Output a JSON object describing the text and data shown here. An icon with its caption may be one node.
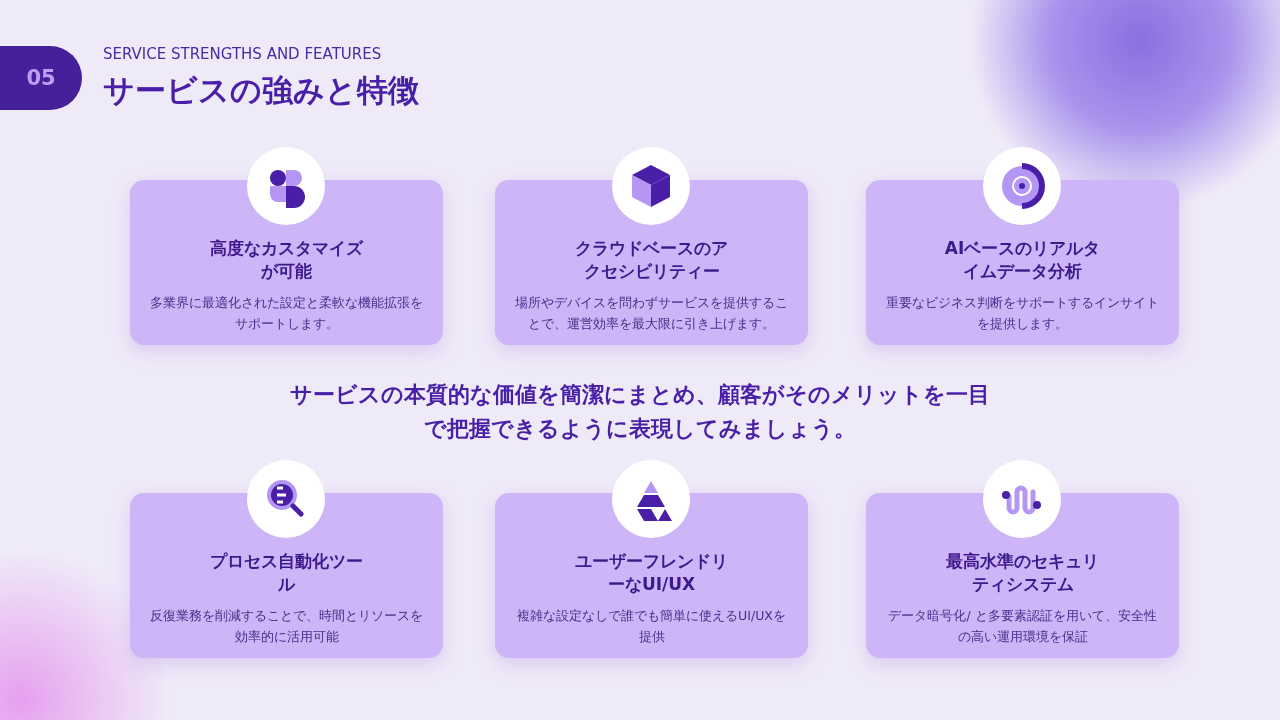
{
  "diagram": {
    "title": "サービスの強みと特徴",
    "nodes": [
      {
        "text": [
          "高度なカスタマイズが可能",
          "多業界に最適化された設定と柔軟な機能拡張をサポートします。"
        ]
      },
      {
        "text": [
          "クラウドベースのアクセシビリティー",
          "場所やデバイスを問わずサービスを提供することで、運営効率を最大限に引き上げます。"
        ]
      },
      {
        "text": [
          "AIベースのリアルタイムデータ分析",
          "重要なビジネス判断をサポートするインサイトを提供します。"
        ]
      },
      {
        "text": [
          "プロセス自動化ツール",
          "反復業務を削減することで、時間とリソースを効率的に活用可能"
        ]
      },
      {
        "text": [
          "ユーザーフレンドリーなUI/UX",
          "複雑な設定なしで誰でも簡単に使えるUI/UXを提供"
        ]
      },
      {
        "text": [
          "最高水準のセキュリティシステム",
          "データ暗号化/ と多要素認証を用いて、安全性の高い運用環境を保証"
        ]
      }
    ],
    "labels": [
      "05",
      "SERVICE STRENGTHS AND FEATURES",
      "サービスの本質的な価値を簡潔にまとめ、顧客がそのメリットを一目で把握できるように表現してみましょう。"
    ]
  }
}
